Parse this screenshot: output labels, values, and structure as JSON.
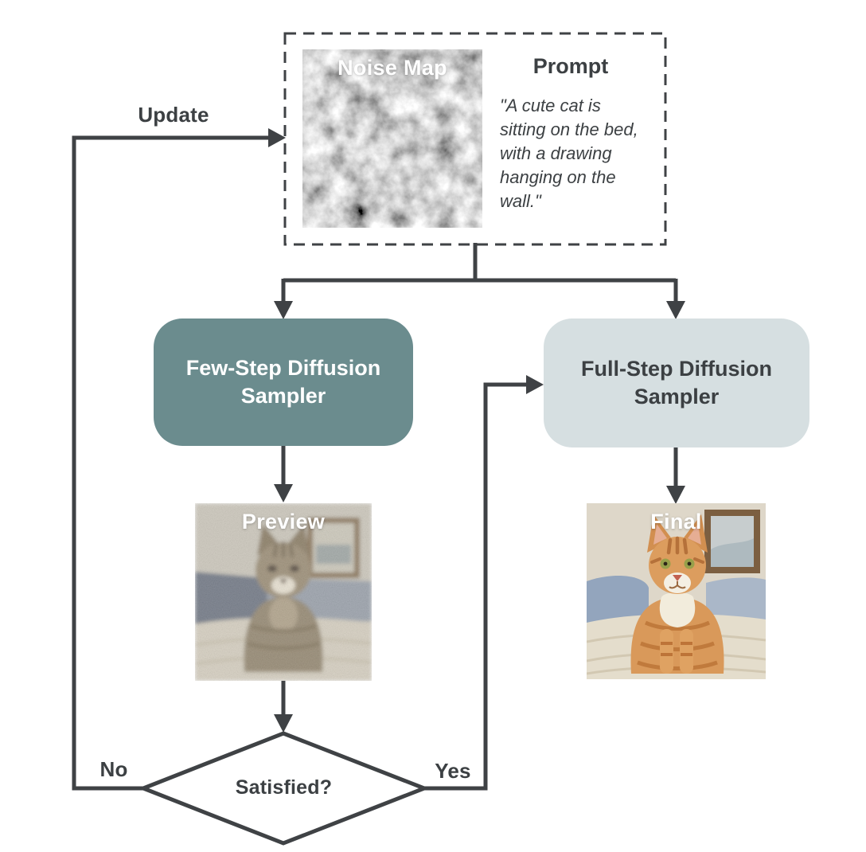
{
  "diagram": {
    "update_label": "Update",
    "input_box": {
      "noise_map_label": "Noise Map",
      "prompt_title": "Prompt",
      "prompt_text": "\"A cute cat is\nsitting on the bed,\nwith a drawing\nhanging on the\nwall.\""
    },
    "samplers": {
      "few_step_label": "Few-Step Diffusion Sampler",
      "full_step_label": "Full-Step Diffusion Sampler"
    },
    "outputs": {
      "preview_label": "Preview",
      "final_label": "Final"
    },
    "decision": {
      "label": "Satisfied?",
      "no_label": "No",
      "yes_label": "Yes"
    }
  },
  "colors": {
    "line": "#3f4245",
    "text": "#3c4043",
    "few_step_bg": "#6b8c8e",
    "few_step_text": "#ffffff",
    "full_step_bg": "#d6dfe1",
    "full_step_text": "#3c4043",
    "diamond_fill": "#ffffff"
  }
}
